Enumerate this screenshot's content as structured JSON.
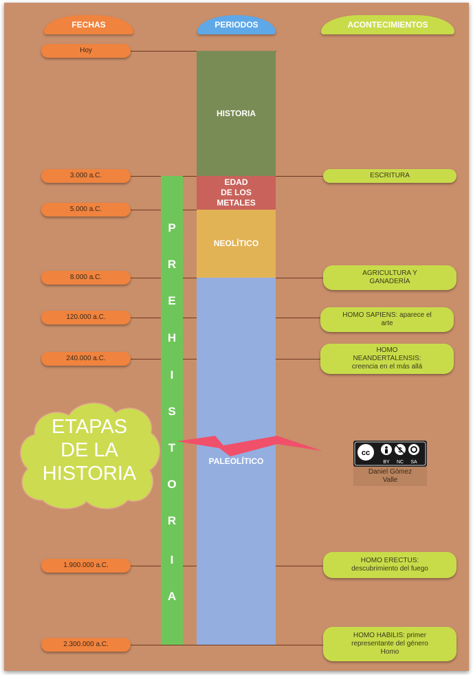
{
  "headers": {
    "fechas": "FECHAS",
    "periodos": "PERIODOS",
    "acontecimientos": "ACONTECIMIENTOS"
  },
  "dates": [
    "Hoy",
    "3.000 a.C.",
    "5.000 a.C.",
    "8.000 a.C.",
    "120.000 a.C.",
    "240.000 a.C.",
    "1.900.000 a.C.",
    "2.300.000 a.C."
  ],
  "periods": {
    "historia": "HISTORIA",
    "metales": [
      "EDAD",
      "DE LOS",
      "METALES"
    ],
    "neolitico": "NEOLÍTICO",
    "paleolitico": "PALEOLÍTICO"
  },
  "prehistoria_letters": [
    "P",
    "R",
    "E",
    "H",
    "I",
    "S",
    "T",
    "O",
    "R",
    "I",
    "A"
  ],
  "events": {
    "escritura": "ESCRITURA",
    "agricultura": [
      "AGRICULTURA Y",
      "GANADERÍA"
    ],
    "sapiens": [
      "HOMO SAPIENS: aparece el",
      "arte"
    ],
    "neandertal": [
      "HOMO",
      "NEANDERTALENSIS:",
      "creencia en el más allá"
    ],
    "erectus": [
      "HOMO ERECTUS:",
      "descubrimiento del fuego"
    ],
    "habilis": [
      "HOMO HABILIS: primer",
      "representante del género",
      "Homo"
    ]
  },
  "cloud": [
    "ETAPAS",
    "DE LA",
    "HISTORIA"
  ],
  "license": {
    "icons": [
      "cc-icon",
      "by-icon",
      "nc-icon",
      "sa-icon"
    ],
    "labels": [
      "BY",
      "NC",
      "SA"
    ],
    "author": [
      "Daniel Gómez",
      "Valle"
    ]
  },
  "colors": {
    "background": "#c98e6a",
    "date": "#f0833e",
    "event": "#c8dc4a",
    "periodos_header": "#5ea8e8",
    "historia": "#7a8c55",
    "metales": "#c8625a",
    "neolitico": "#e2b355",
    "paleolitico": "#94aee0",
    "prehistoria": "#6ec65a",
    "cloud": "#ccdb50",
    "lightning": "#f0506a"
  }
}
